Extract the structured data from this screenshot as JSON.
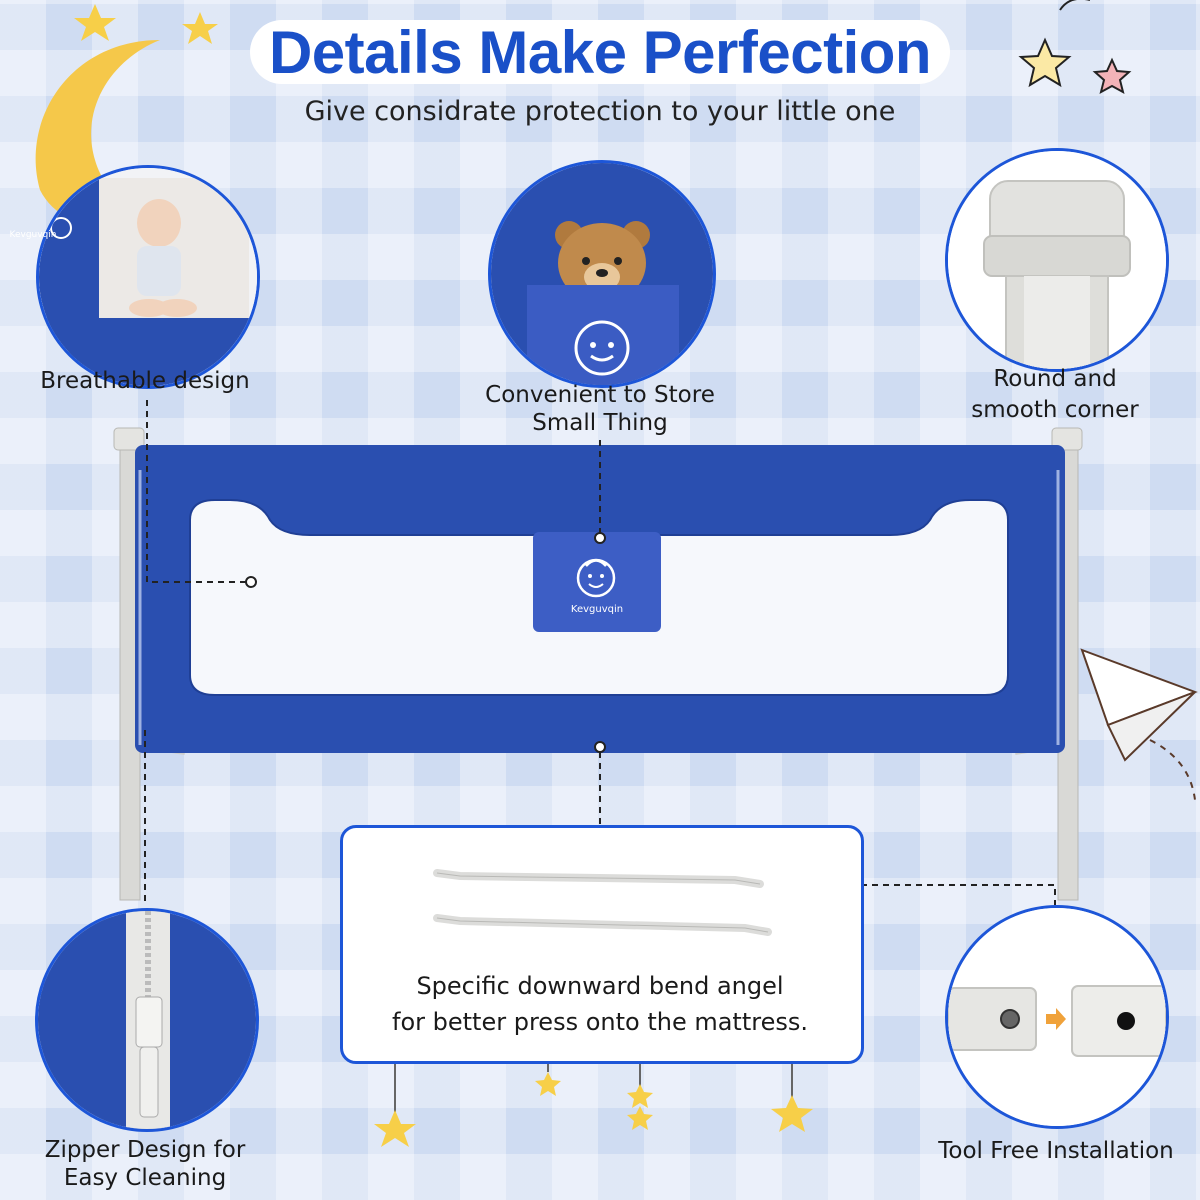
{
  "header": {
    "title": "Details Make Perfection",
    "subtitle": "Give considrate protection to your little one"
  },
  "features": {
    "breathable": "Breathable design",
    "storage_line1": "Convenient to Store",
    "storage_line2": "Small Thing",
    "corner_line1": "Round and",
    "corner_line2": "smooth corner",
    "zipper_line1": "Zipper Design for",
    "zipper_line2": "Easy Cleaning",
    "tool_free": "Tool Free Installation"
  },
  "bend_info": {
    "line1": "Specific downward bend angel",
    "line2": "for better press onto the mattress."
  },
  "brand": {
    "name": "Kevguvqin",
    "pocket_logo": "Kevguvqin",
    "inset_logo": "Kevguvqin"
  },
  "colors": {
    "accent": "#1d56d8",
    "fabric": "#2a4fb0",
    "frame": "#d9d9d6",
    "background": "#cfdcf2"
  },
  "icons": [
    "moon-icon",
    "star-icon",
    "paper-plane-icon",
    "baby-face-logo-icon",
    "teddy-bear-icon",
    "arrow-right-icon"
  ]
}
